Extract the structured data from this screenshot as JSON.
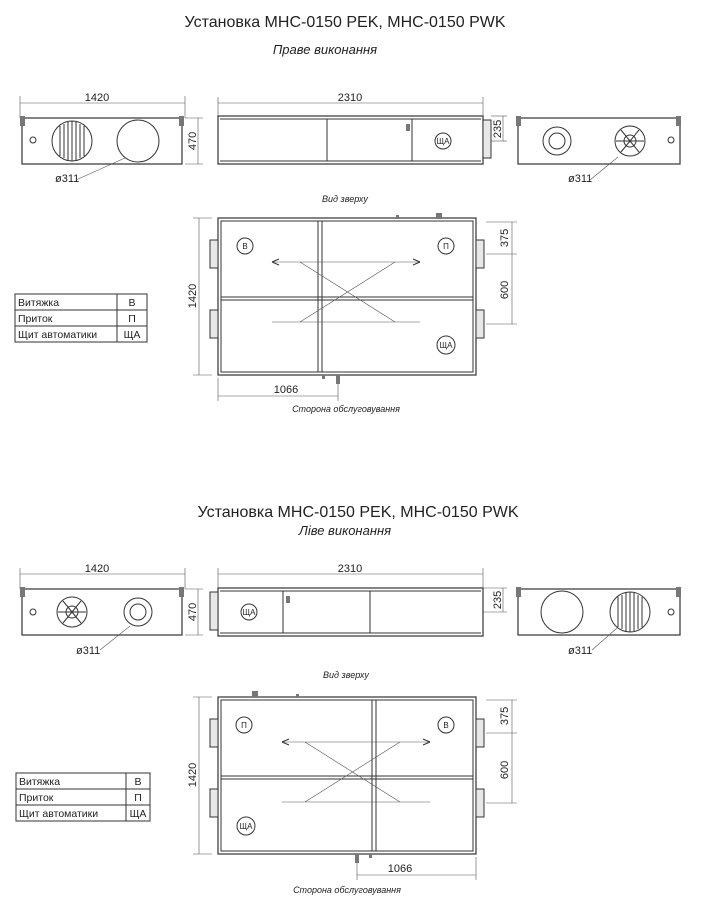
{
  "drawings": [
    {
      "title": "Установка МНС-0150 PEK, МНС-0150 PWK",
      "subtitle": "Праве виконання",
      "side_left": {
        "width": "1420",
        "height": "470",
        "diameter": "ø311"
      },
      "front": {
        "length": "2310",
        "offset": "235",
        "panel_label": "ЩА"
      },
      "side_right": {
        "diameter": "ø311"
      },
      "top_view_caption": "Вид зверху",
      "plan": {
        "depth": "1420",
        "dim_375": "375",
        "dim_600": "600",
        "dim_1066": "1066",
        "marks": [
          "В",
          "П",
          "ЩА"
        ]
      },
      "service_caption": "Сторона обслуговування",
      "legend": [
        {
          "label": "Витяжка",
          "code": "В"
        },
        {
          "label": "Приток",
          "code": "П"
        },
        {
          "label": "Щит автоматики",
          "code": "ЩА"
        }
      ]
    },
    {
      "title": "Установка МНС-0150 PEK, МНС-0150 PWK",
      "subtitle": "Ліве виконання",
      "side_left": {
        "width": "1420",
        "height": "470",
        "diameter": "ø311"
      },
      "front": {
        "length": "2310",
        "offset": "235",
        "panel_label": "ЩА"
      },
      "side_right": {
        "diameter": "ø311"
      },
      "top_view_caption": "Вид зверху",
      "plan": {
        "depth": "1420",
        "dim_375": "375",
        "dim_600": "600",
        "dim_1066": "1066",
        "marks": [
          "П",
          "В",
          "ЩА"
        ]
      },
      "service_caption": "Сторона обслуговування",
      "legend": [
        {
          "label": "Витяжка",
          "code": "В"
        },
        {
          "label": "Приток",
          "code": "П"
        },
        {
          "label": "Щит автоматики",
          "code": "ЩА"
        }
      ]
    }
  ]
}
